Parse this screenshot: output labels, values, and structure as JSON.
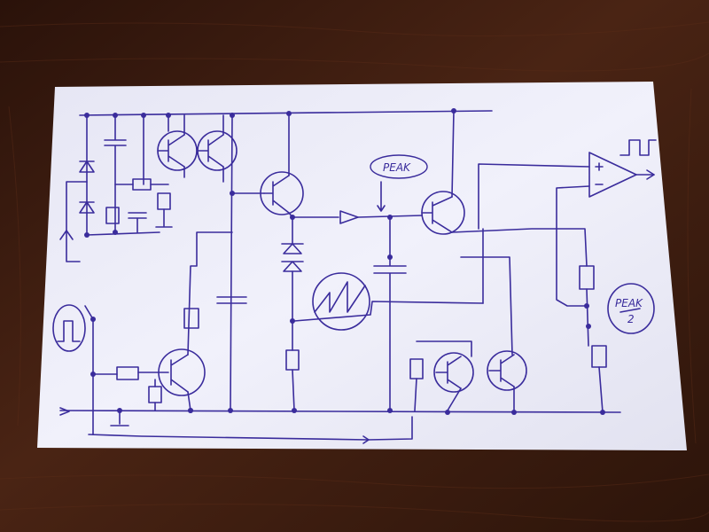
{
  "photo": {
    "subject": "hand-drawn-schematic-on-paper",
    "ink_color": "#3a2c9c",
    "paper_color": "#eeeefa",
    "table_color": "#3a1c10"
  },
  "labels": {
    "peak": "PEAK",
    "peak_half_top": "PEAK",
    "peak_half_bottom": "2"
  }
}
